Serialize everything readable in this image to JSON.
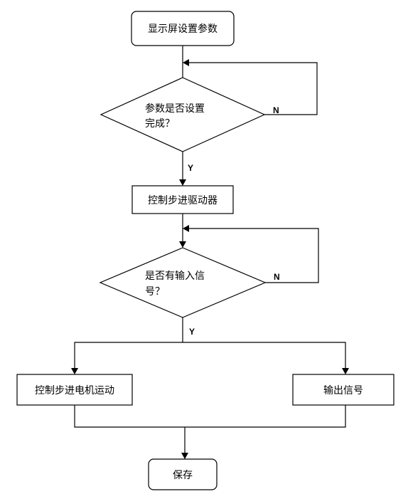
{
  "flowchart": {
    "nodes": {
      "set_params": "显示屏设置参数",
      "params_done_line1": "参数是否设置",
      "params_done_line2": "完成？",
      "control_driver": "控制步进驱动器",
      "has_input_line1": "是否有输入信",
      "has_input_line2": "号？",
      "control_motor": "控制步进电机运动",
      "output_signal": "输出信号",
      "save": "保存"
    },
    "labels": {
      "no": "N",
      "yes": "Y"
    }
  }
}
